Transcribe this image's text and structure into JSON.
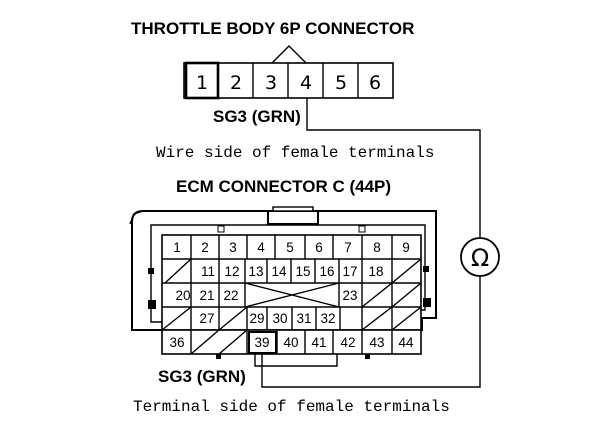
{
  "throttle": {
    "title": "THROTTLE BODY 6P CONNECTOR",
    "pins": [
      "1",
      "2",
      "3",
      "4",
      "5",
      "6"
    ],
    "wire_label": "SG3 (GRN)",
    "caption": "Wire side of female terminals"
  },
  "ecm": {
    "title": "ECM CONNECTOR C (44P)",
    "row1": [
      "1",
      "2",
      "3",
      "4",
      "5",
      "6",
      "7",
      "8",
      "9"
    ],
    "row2": [
      "11",
      "12",
      "13",
      "14",
      "15",
      "16",
      "17",
      "18"
    ],
    "row3": [
      "20",
      "21",
      "22",
      "23"
    ],
    "row4": [
      "27",
      "29",
      "30",
      "31",
      "32"
    ],
    "row5": [
      "36",
      "39",
      "40",
      "41",
      "42",
      "43",
      "44"
    ],
    "wire_label": "SG3 (GRN)",
    "caption": "Terminal side of female terminals"
  },
  "meter": {
    "symbol": "Ω",
    "icon": "ohmmeter-icon"
  }
}
